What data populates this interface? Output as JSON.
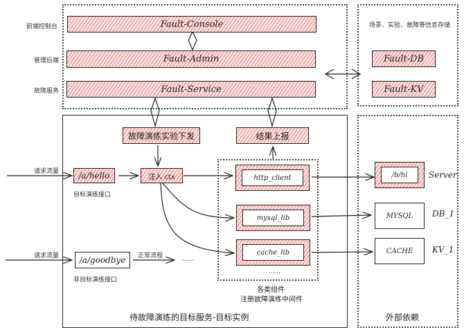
{
  "top_group": {
    "rows": [
      {
        "label": "前端控制台",
        "box": "Fault-Console"
      },
      {
        "label": "管理后端",
        "box": "Fault-Admin"
      },
      {
        "label": "故障服务",
        "box": "Fault-Service"
      }
    ]
  },
  "storage_group": {
    "title": "场景、实验、故障等信息存储",
    "boxes": [
      "Fault-DB",
      "Fault-KV"
    ]
  },
  "target_service": {
    "title": "待故障演练的目标服务-目标实例",
    "dispatch_box": "故障演练实验下发",
    "report_box": "结果上报",
    "inject_box": "注入 ctx",
    "request_label_1": "请求流量",
    "request_label_2": "请求流量",
    "target_endpoint": "/a/hello",
    "target_endpoint_caption": "目标演练接口",
    "non_target_endpoint": "/a/goodbye",
    "non_target_endpoint_caption": "非目标演练接口",
    "normal_flow_label": "正常流程",
    "normal_flow_ellipsis": "......",
    "components": [
      "http_client",
      "mysql_lib",
      "cache_lib"
    ],
    "components_ellipsis": "......",
    "components_caption_1": "各类组件",
    "components_caption_2": "注册故障演练中间件"
  },
  "external": {
    "title": "外部依赖",
    "deps": [
      {
        "box": "/b/hi",
        "label": "Server"
      },
      {
        "box": "MYSQL",
        "label": "DB_1"
      },
      {
        "box": "CACHE",
        "label": "KV_1"
      }
    ]
  }
}
